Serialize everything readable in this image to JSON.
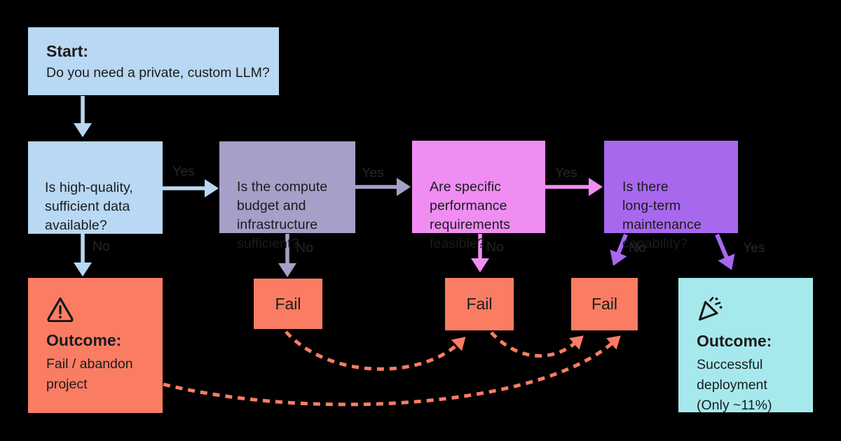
{
  "diagram": {
    "title_hint": "Private custom LLM decision flowchart",
    "colors": {
      "background": "#000000",
      "blue": "#B8D8F3",
      "lavender": "#A5A0C8",
      "pink": "#F08DF2",
      "purple": "#A768EE",
      "salmon": "#FA7D63",
      "cyan": "#A6E9ED",
      "text": "#1b1b1d",
      "edge_label": "#262626"
    },
    "nodes": {
      "start": {
        "title": "Start:",
        "body": "Do you need a private, custom LLM?"
      },
      "data_q": {
        "text": "Is high-quality,\nsufficient data\navailable?"
      },
      "compute_q": {
        "text": "Is the compute\nbudget and\ninfrastructure\nsufficient?"
      },
      "performance_q": {
        "text": "Are specific\nperformance\nrequirements\nfeasible?"
      },
      "maintenance_q": {
        "text": "Is there\nlong-term\nmaintenance\ncapability?"
      },
      "fail1": {
        "text": "Fail"
      },
      "fail2": {
        "text": "Fail"
      },
      "fail3": {
        "text": "Fail"
      },
      "outcome_fail": {
        "icon": "warning-icon",
        "title": "Outcome:",
        "body": "Fail / abandon\nproject"
      },
      "outcome_success": {
        "icon": "party-popper-icon",
        "title": "Outcome:",
        "body": "Successful\ndeployment\n(Only ~11%)"
      }
    },
    "edge_labels": {
      "yes1": "Yes",
      "yes2": "Yes",
      "yes3": "Yes",
      "yes4": "Yes",
      "no1": "No",
      "no2": "No",
      "no3": "No",
      "no4": "No"
    }
  }
}
